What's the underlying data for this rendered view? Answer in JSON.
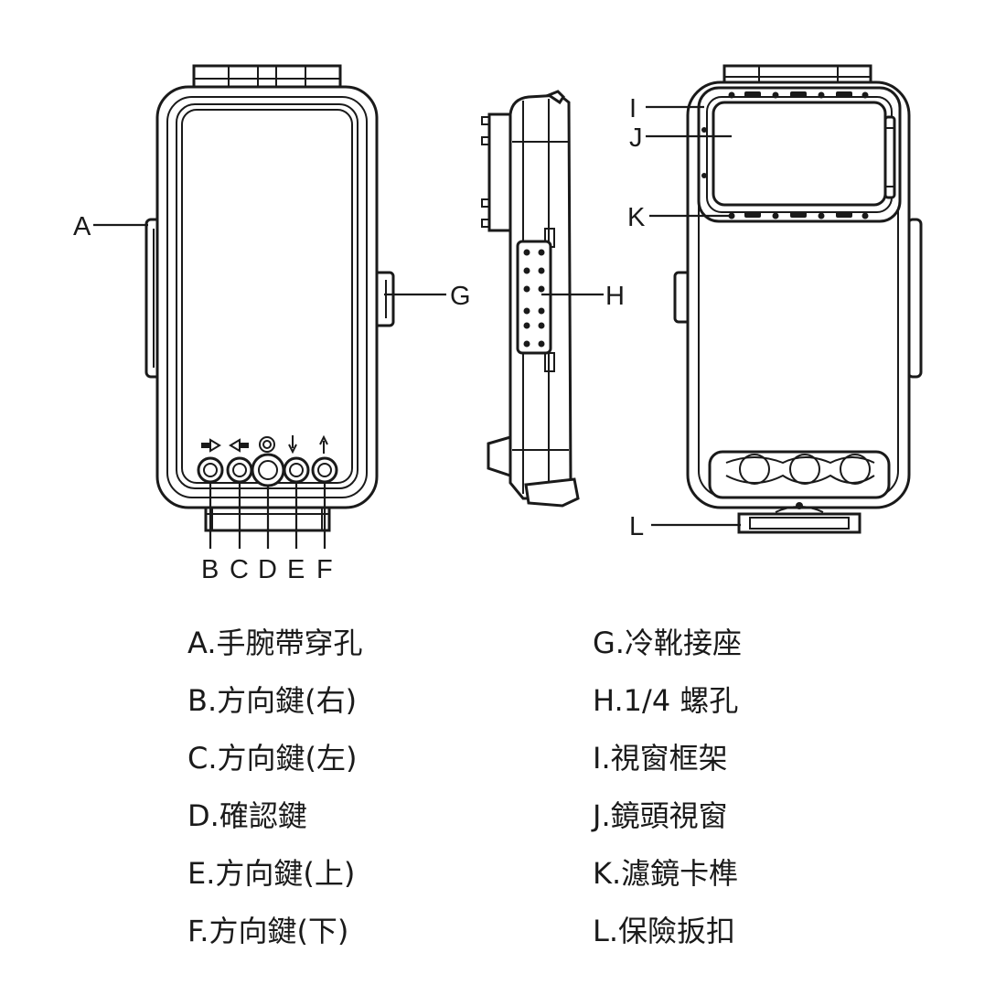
{
  "callouts": {
    "A": "A",
    "B": "B",
    "C": "C",
    "D": "D",
    "E": "E",
    "F": "F",
    "G": "G",
    "H": "H",
    "I": "I",
    "J": "J",
    "K": "K",
    "L": "L"
  },
  "button_icons": {
    "right": "right-arrow-icon",
    "left": "left-arrow-icon",
    "confirm": "circle-icon",
    "up": "down-arrow-icon",
    "down": "up-arrow-icon"
  },
  "legend": {
    "left": [
      "A.手腕帶穿孔",
      "B.方向鍵(右)",
      "C.方向鍵(左)",
      "D.確認鍵",
      "E.方向鍵(上)",
      "F.方向鍵(下)"
    ],
    "right": [
      "G.冷靴接座",
      "H.1/4 螺孔",
      "I.視窗框架",
      "J.鏡頭視窗",
      "K.濾鏡卡榫",
      "L.保險扳扣"
    ]
  }
}
